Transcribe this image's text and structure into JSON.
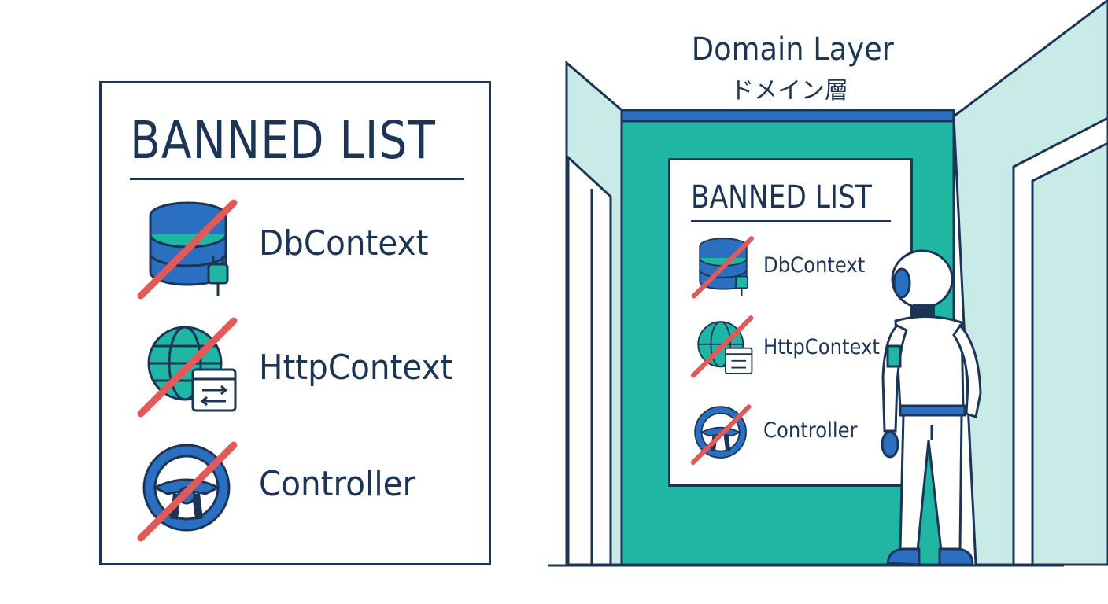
{
  "left_panel": {
    "title": "BANNED LIST",
    "items": [
      {
        "label": "DbContext",
        "icon": "database-plug-icon"
      },
      {
        "label": "HttpContext",
        "icon": "globe-browser-icon"
      },
      {
        "label": "Controller",
        "icon": "steering-wheel-icon"
      }
    ]
  },
  "room": {
    "label_en": "Domain Layer",
    "label_ja": "ドメイン層"
  },
  "inner_panel": {
    "title": "BANNED LIST",
    "items": [
      {
        "label": "DbContext",
        "icon": "database-plug-icon"
      },
      {
        "label": "HttpContext",
        "icon": "globe-browser-icon"
      },
      {
        "label": "Controller",
        "icon": "steering-wheel-icon"
      }
    ]
  },
  "colors": {
    "navy": "#1c3557",
    "teal": "#1fb6a4",
    "light_teal": "#c9ebe8",
    "blue": "#2a6fc0",
    "ban_red": "#e05a5a"
  }
}
